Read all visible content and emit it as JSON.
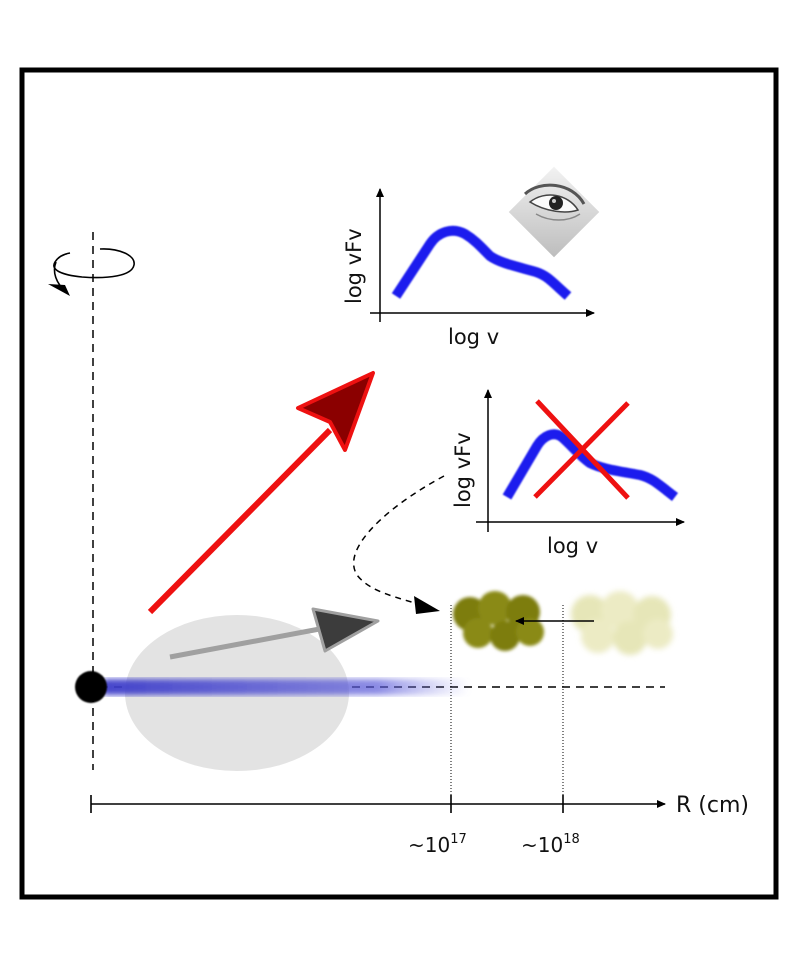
{
  "axis": {
    "label": "R (cm)",
    "ticks": [
      {
        "base": "~10",
        "exp": "17"
      },
      {
        "base": "~10",
        "exp": "18"
      }
    ]
  },
  "sed_top": {
    "ylabel": "log vFv",
    "xlabel": "log v"
  },
  "sed_bottom": {
    "ylabel": "log vFv",
    "xlabel": "log v"
  },
  "colors": {
    "jet_arrow": "#ee1111",
    "jet_arrow_head": "#8b0000",
    "sed_curve": "#1a1aee",
    "cross": "#ee1111",
    "near_cloud": "#7d7d10",
    "far_cloud": "#e6e6b8",
    "blob": "#e3e3e3",
    "blob_arrow": "#999999",
    "blob_arrow_head": "#3a3a3a",
    "jet_glow": "#5050d8"
  },
  "icons": [
    "eye-icon",
    "rotation-arrow-icon",
    "black-hole-dot"
  ]
}
